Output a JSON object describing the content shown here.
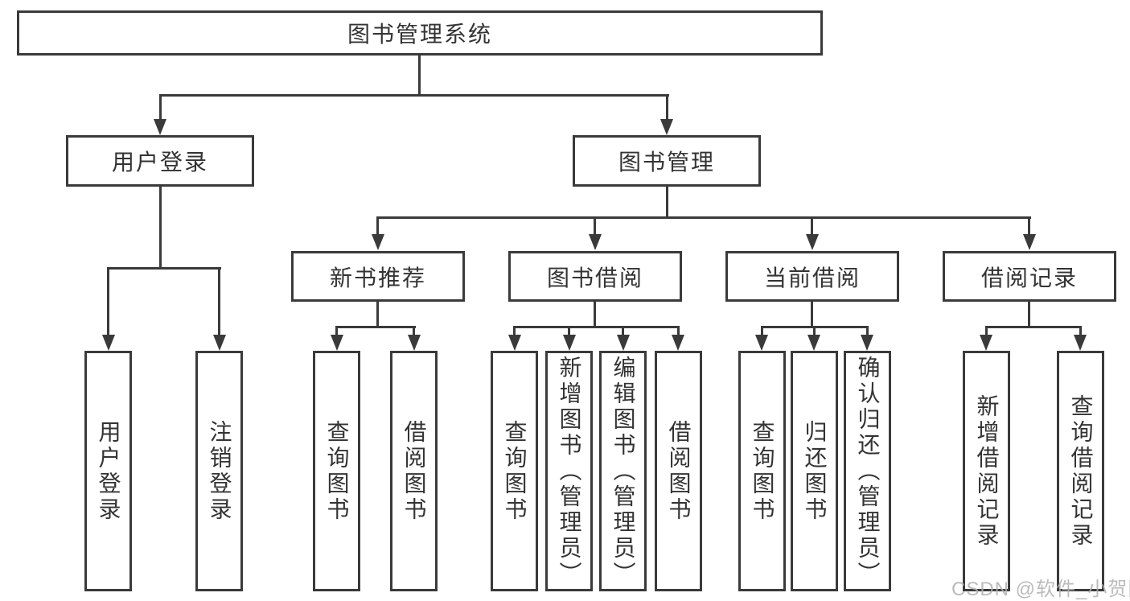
{
  "diagram": {
    "root": {
      "label": "图书管理系统"
    },
    "level2": [
      {
        "label": "用户登录",
        "children": [
          {
            "label": "用户登录"
          },
          {
            "label": "注销登录"
          }
        ]
      },
      {
        "label": "图书管理",
        "children": [
          {
            "label": "新书推荐",
            "children": [
              {
                "label": "查询图书"
              },
              {
                "label": "借阅图书"
              }
            ]
          },
          {
            "label": "图书借阅",
            "children": [
              {
                "label": "查询图书"
              },
              {
                "label": "新增图书（管理员）"
              },
              {
                "label": "编辑图书（管理员）"
              },
              {
                "label": "借阅图书"
              }
            ]
          },
          {
            "label": "当前借阅",
            "children": [
              {
                "label": "查询图书"
              },
              {
                "label": "归还图书"
              },
              {
                "label": "确认归还（管理员）"
              }
            ]
          },
          {
            "label": "借阅记录",
            "children": [
              {
                "label": "新增借阅记录"
              },
              {
                "label": "查询借阅记录"
              }
            ]
          }
        ]
      }
    ]
  },
  "watermark": {
    "text": "CSDN @软件_小贺同学"
  },
  "colors": {
    "line": "#3a3a3a",
    "box_border": "#3a3a3a",
    "text": "#333333",
    "background": "#ffffff",
    "watermark": "#b0b0b0"
  }
}
